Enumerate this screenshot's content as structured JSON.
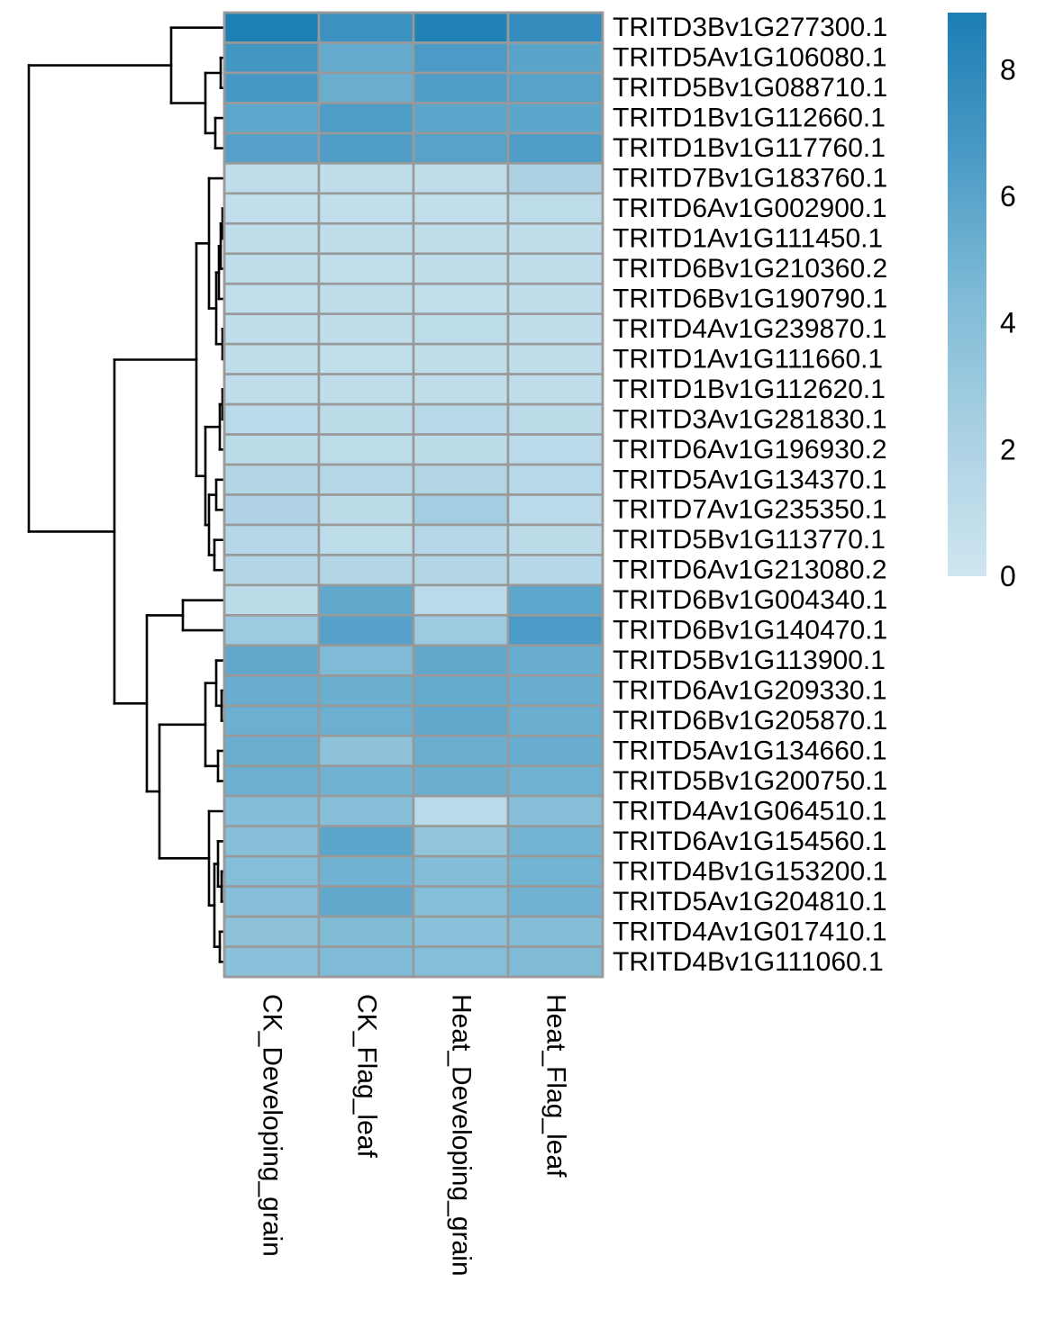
{
  "chart_data": {
    "type": "heatmap",
    "title": "",
    "legend_position": "right",
    "row_dendrogram_present": true,
    "column_dendrogram_present": false,
    "columns": [
      "CK_Developing_grain",
      "CK_Flag_leaf",
      "Heat_Developing_grain",
      "Heat_Flag_leaf"
    ],
    "rows": [
      "TRITD3Bv1G277300.1",
      "TRITD5Av1G106080.1",
      "TRITD5Bv1G088710.1",
      "TRITD1Bv1G112660.1",
      "TRITD1Bv1G117760.1",
      "TRITD7Bv1G183760.1",
      "TRITD6Av1G002900.1",
      "TRITD1Av1G111450.1",
      "TRITD6Bv1G210360.2",
      "TRITD6Bv1G190790.1",
      "TRITD4Av1G239870.1",
      "TRITD1Av1G111660.1",
      "TRITD1Bv1G112620.1",
      "TRITD3Av1G281830.1",
      "TRITD6Av1G196930.2",
      "TRITD5Av1G134370.1",
      "TRITD7Av1G235350.1",
      "TRITD5Bv1G113770.1",
      "TRITD6Av1G213080.2",
      "TRITD6Bv1G004340.1",
      "TRITD6Bv1G140470.1",
      "TRITD5Bv1G113900.1",
      "TRITD6Av1G209330.1",
      "TRITD6Bv1G205870.1",
      "TRITD5Av1G134660.1",
      "TRITD5Bv1G200750.1",
      "TRITD4Av1G064510.1",
      "TRITD6Av1G154560.1",
      "TRITD4Bv1G153200.1",
      "TRITD5Av1G204810.1",
      "TRITD4Av1G017410.1",
      "TRITD4Bv1G111060.1"
    ],
    "values": [
      [
        8.8,
        7.4,
        8.6,
        7.7
      ],
      [
        6.9,
        5.5,
        6.6,
        6.0
      ],
      [
        6.8,
        5.3,
        6.4,
        6.1
      ],
      [
        5.8,
        6.5,
        5.9,
        5.9
      ],
      [
        6.2,
        6.4,
        6.1,
        6.4
      ],
      [
        1.0,
        1.0,
        1.0,
        2.2
      ],
      [
        0.9,
        0.9,
        0.9,
        1.1
      ],
      [
        1.0,
        1.0,
        1.0,
        1.0
      ],
      [
        1.0,
        0.9,
        1.0,
        1.0
      ],
      [
        0.9,
        1.0,
        0.9,
        1.0
      ],
      [
        1.0,
        1.0,
        1.1,
        1.0
      ],
      [
        1.0,
        0.9,
        1.0,
        1.0
      ],
      [
        1.0,
        1.0,
        1.0,
        1.0
      ],
      [
        1.3,
        1.2,
        1.4,
        1.2
      ],
      [
        1.2,
        1.1,
        1.2,
        1.3
      ],
      [
        1.8,
        1.6,
        1.8,
        1.5
      ],
      [
        1.9,
        1.2,
        2.6,
        1.3
      ],
      [
        1.6,
        1.1,
        1.6,
        1.2
      ],
      [
        1.8,
        1.7,
        1.7,
        1.6
      ],
      [
        1.2,
        5.7,
        1.3,
        5.8
      ],
      [
        2.9,
        6.2,
        2.9,
        6.6
      ],
      [
        5.7,
        4.4,
        5.7,
        5.4
      ],
      [
        5.4,
        5.3,
        5.5,
        5.4
      ],
      [
        5.2,
        5.2,
        5.7,
        5.3
      ],
      [
        5.3,
        3.7,
        5.3,
        5.4
      ],
      [
        5.2,
        5.0,
        5.3,
        5.1
      ],
      [
        4.2,
        4.0,
        1.3,
        4.0
      ],
      [
        4.0,
        5.9,
        3.4,
        4.9
      ],
      [
        4.1,
        5.0,
        4.2,
        4.9
      ],
      [
        4.0,
        5.7,
        4.1,
        5.0
      ],
      [
        3.7,
        4.3,
        3.8,
        4.2
      ],
      [
        3.8,
        4.4,
        4.1,
        4.3
      ]
    ],
    "colorbar": {
      "ticks": [
        8,
        6,
        4,
        2,
        0
      ],
      "domain": [
        0,
        8.9
      ]
    },
    "palette": {
      "stops": [
        [
          0,
          "#cfe6f1"
        ],
        [
          2.225,
          "#abd1e3"
        ],
        [
          4.45,
          "#7ebad6"
        ],
        [
          6.675,
          "#4a9ac5"
        ],
        [
          8.9,
          "#1c7eb4"
        ]
      ],
      "grid_line": "#999999",
      "dendrogram_line": "#000000",
      "text": "#000000",
      "background": "#ffffff"
    }
  },
  "dendrogram": {
    "segments": [
      [
        190,
        30.7,
        250,
        30.7
      ],
      [
        245,
        64.2,
        250,
        64.2
      ],
      [
        245,
        97.7,
        250,
        97.7
      ],
      [
        245,
        64.2,
        245,
        97.7
      ],
      [
        239,
        131.1,
        250,
        131.1
      ],
      [
        239,
        164.6,
        250,
        164.6
      ],
      [
        239,
        131.1,
        239,
        164.6
      ],
      [
        228,
        81,
        245,
        81
      ],
      [
        228,
        147.9,
        239,
        147.9
      ],
      [
        228,
        81,
        228,
        147.9
      ],
      [
        190,
        114.5,
        228,
        114.5
      ],
      [
        190,
        30.7,
        190,
        114.5
      ],
      [
        32,
        72.6,
        190,
        72.6
      ],
      [
        32,
        72.6,
        32,
        590.4
      ],
      [
        32,
        590.4,
        127,
        590.4
      ],
      [
        127,
        399.5,
        127,
        781.3
      ],
      [
        127,
        399.5,
        218,
        399.5
      ],
      [
        127,
        781.3,
        163,
        781.3
      ],
      [
        218,
        270.3,
        218,
        528.7
      ],
      [
        218,
        270.3,
        232,
        270.3
      ],
      [
        218,
        528.7,
        228,
        528.7
      ],
      [
        232,
        198.1,
        232,
        342.5
      ],
      [
        232,
        198.1,
        250,
        198.1
      ],
      [
        232,
        342.5,
        240,
        342.5
      ],
      [
        240,
        302.7,
        240,
        382.2
      ],
      [
        240,
        302.7,
        243,
        302.7
      ],
      [
        240,
        382.2,
        247,
        382.2
      ],
      [
        243,
        273.4,
        243,
        332
      ],
      [
        243,
        273.4,
        245,
        273.4
      ],
      [
        243,
        332,
        250,
        332
      ],
      [
        245,
        248.3,
        245,
        298.5
      ],
      [
        245,
        248.3,
        247,
        248.3
      ],
      [
        245,
        298.5,
        250,
        298.5
      ],
      [
        247,
        231.6,
        247,
        265
      ],
      [
        247,
        231.6,
        250,
        231.6
      ],
      [
        247,
        265,
        250,
        265
      ],
      [
        247,
        365.4,
        247,
        398.9
      ],
      [
        247,
        365.4,
        250,
        365.4
      ],
      [
        247,
        398.9,
        250,
        398.9
      ],
      [
        228,
        474.2,
        228,
        583.1
      ],
      [
        228,
        474.2,
        244,
        474.2
      ],
      [
        228,
        583.1,
        232,
        583.1
      ],
      [
        244,
        449.1,
        244,
        499.3
      ],
      [
        244,
        449.1,
        247,
        449.1
      ],
      [
        244,
        499.3,
        250,
        499.3
      ],
      [
        247,
        432.4,
        247,
        465.8
      ],
      [
        247,
        432.4,
        250,
        432.4
      ],
      [
        247,
        465.8,
        250,
        465.8
      ],
      [
        232,
        549.6,
        232,
        616.5
      ],
      [
        232,
        549.6,
        240,
        549.6
      ],
      [
        232,
        616.5,
        238,
        616.5
      ],
      [
        240,
        532.8,
        240,
        566.3
      ],
      [
        240,
        532.8,
        250,
        532.8
      ],
      [
        240,
        566.3,
        250,
        566.3
      ],
      [
        238,
        599.7,
        238,
        633.2
      ],
      [
        238,
        599.7,
        250,
        599.7
      ],
      [
        238,
        633.2,
        250,
        633.2
      ],
      [
        163,
        683.4,
        163,
        879.1
      ],
      [
        163,
        683.4,
        203,
        683.4
      ],
      [
        163,
        879.1,
        177,
        879.1
      ],
      [
        203,
        666.7,
        203,
        700.1
      ],
      [
        203,
        666.7,
        250,
        666.7
      ],
      [
        203,
        700.1,
        250,
        700.1
      ],
      [
        177,
        804.8,
        177,
        953.3
      ],
      [
        177,
        804.8,
        228,
        804.8
      ],
      [
        177,
        953.3,
        232,
        953.3
      ],
      [
        228,
        758.7,
        228,
        850.8
      ],
      [
        228,
        758.7,
        240,
        758.7
      ],
      [
        228,
        850.8,
        242,
        850.8
      ],
      [
        240,
        733.6,
        240,
        783.8
      ],
      [
        240,
        733.6,
        250,
        733.6
      ],
      [
        240,
        783.8,
        246,
        783.8
      ],
      [
        246,
        767.1,
        246,
        800.5
      ],
      [
        246,
        767.1,
        250,
        767.1
      ],
      [
        246,
        800.5,
        250,
        800.5
      ],
      [
        242,
        834,
        242,
        867.5
      ],
      [
        242,
        834,
        250,
        834
      ],
      [
        242,
        867.5,
        250,
        867.5
      ],
      [
        232,
        901,
        232,
        1005.6
      ],
      [
        232,
        901,
        250,
        901
      ],
      [
        232,
        1005.6,
        238,
        1005.6
      ],
      [
        238,
        959.6,
        238,
        1051.6
      ],
      [
        238,
        959.6,
        242,
        959.6
      ],
      [
        238,
        1051.6,
        244,
        1051.6
      ],
      [
        242,
        934.4,
        242,
        984.7
      ],
      [
        242,
        934.4,
        250,
        934.4
      ],
      [
        242,
        984.7,
        246,
        984.7
      ],
      [
        246,
        967.9,
        246,
        1001.4
      ],
      [
        246,
        967.9,
        250,
        967.9
      ],
      [
        246,
        1001.4,
        250,
        1001.4
      ],
      [
        244,
        1034.8,
        244,
        1068.3
      ],
      [
        244,
        1034.8,
        250,
        1034.8
      ],
      [
        244,
        1068.3,
        250,
        1068.3
      ]
    ]
  }
}
